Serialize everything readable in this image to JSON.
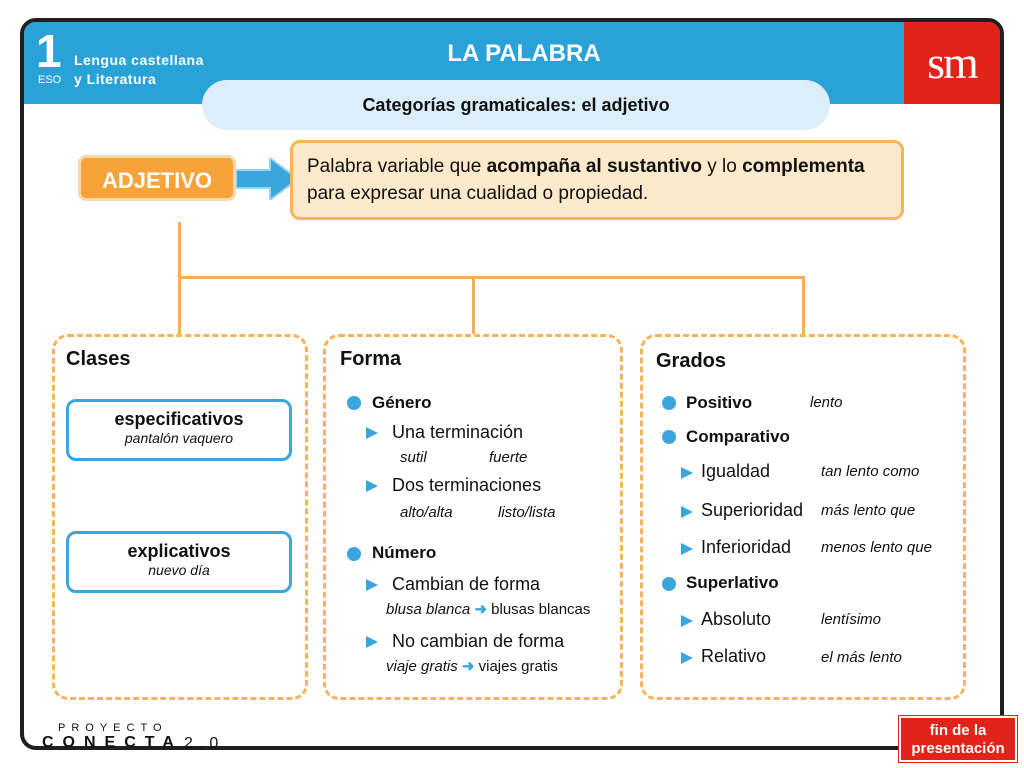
{
  "header": {
    "course_number": "1",
    "course_level": "ESO",
    "course_name_line1": "Lengua castellana",
    "course_name_line2": "y Literatura",
    "title": "LA PALABRA",
    "subtitle": "Categorías gramaticales: el adjetivo",
    "publisher_logo": "sm"
  },
  "concept": {
    "label": "ADJETIVO",
    "definition_parts": [
      {
        "text": "Palabra variable que ",
        "bold": false
      },
      {
        "text": "acompaña al sustantivo",
        "bold": true
      },
      {
        "text": " y lo ",
        "bold": false
      },
      {
        "text": "complementa",
        "bold": true
      },
      {
        "text": " para expresar una cualidad o propiedad.",
        "bold": false
      }
    ]
  },
  "clases": {
    "title": "Clases",
    "items": [
      {
        "name": "especificativos",
        "example": "pantalón vaquero"
      },
      {
        "name": "explicativos",
        "example": "nuevo día"
      }
    ]
  },
  "forma": {
    "title": "Forma",
    "genero": {
      "label": "Género",
      "una_label": "Una terminación",
      "una_examples": [
        "sutil",
        "fuerte"
      ],
      "dos_label": "Dos terminaciones",
      "dos_examples": [
        "alto/alta",
        "listo/lista"
      ]
    },
    "numero": {
      "label": "Número",
      "cambian_label": "Cambian de forma",
      "cambian_example_from": "blusa blanca",
      "cambian_example_to": "blusas blancas",
      "nocambian_label": "No cambian de forma",
      "nocambian_example_from": "viaje gratis",
      "nocambian_example_to": "viajes gratis"
    }
  },
  "grados": {
    "title": "Grados",
    "positivo": {
      "label": "Positivo",
      "example": "lento"
    },
    "comparativo": {
      "label": "Comparativo",
      "items": [
        {
          "label": "Igualdad",
          "example": "tan lento como"
        },
        {
          "label": "Superioridad",
          "example": "más lento que"
        },
        {
          "label": "Inferioridad",
          "example": "menos lento que"
        }
      ]
    },
    "superlativo": {
      "label": "Superlativo",
      "items": [
        {
          "label": "Absoluto",
          "example": "lentísimo"
        },
        {
          "label": "Relativo",
          "example": "el más lento"
        }
      ]
    }
  },
  "footer": {
    "brand_top": "PROYECTO",
    "brand_main": "CONECTA",
    "brand_version": "2.0",
    "end_button_line1": "fin de la",
    "end_button_line2": "presentación"
  },
  "colors": {
    "header_blue": "#29a3d7",
    "accent_orange": "#f7a33a",
    "definition_fill": "#fde9cc",
    "bullet_blue": "#3aa6dd",
    "logo_red": "#e2231a"
  }
}
